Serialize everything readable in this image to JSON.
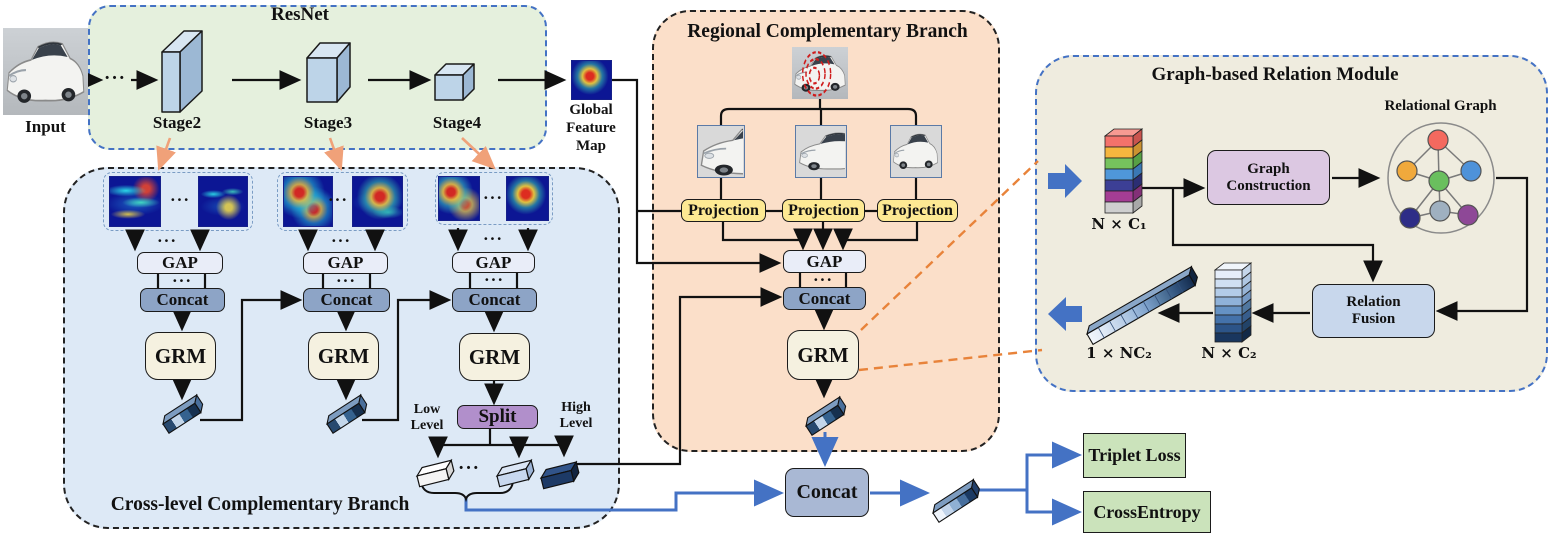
{
  "colors": {
    "accent_blue": "#4472c4",
    "orange_dashed": "#e8833a",
    "resnet_fill": "#e5f0dd",
    "cross_fill": "#dde9f6",
    "regional_fill": "#fbdfc9",
    "module_fill": "#efecdf",
    "loss_fill": "#cbe3bb"
  },
  "input": {
    "label": "Input"
  },
  "resnet": {
    "title": "ResNet",
    "stage2": "Stage2",
    "stage3": "Stage3",
    "stage4": "Stage4",
    "dots": "···"
  },
  "global_map": {
    "line1": "Global",
    "line2": "Feature",
    "line3": "Map"
  },
  "cross": {
    "title": "Cross-level Complementary Branch",
    "dots": "···",
    "gap": "GAP",
    "concat": "Concat",
    "grm": "GRM",
    "split": "Split",
    "low1": "Low",
    "low2": "Level",
    "high1": "High",
    "high2": "Level"
  },
  "regional": {
    "title": "Regional Complementary Branch",
    "projection": "Projection",
    "gap": "GAP",
    "dots": "···",
    "concat": "Concat",
    "grm": "GRM"
  },
  "module": {
    "title": "Graph-based Relation Module",
    "relational_graph": "Relational Graph",
    "gc1": "Graph",
    "gc2": "Construction",
    "rf1": "Relation",
    "rf2": "Fusion",
    "nc1": "N × C₁",
    "nc2": "N × C₂",
    "one_nc2": "1 × NC₂"
  },
  "output": {
    "concat": "Concat",
    "triplet": "Triplet Loss",
    "crossentropy": "CrossEntropy"
  }
}
